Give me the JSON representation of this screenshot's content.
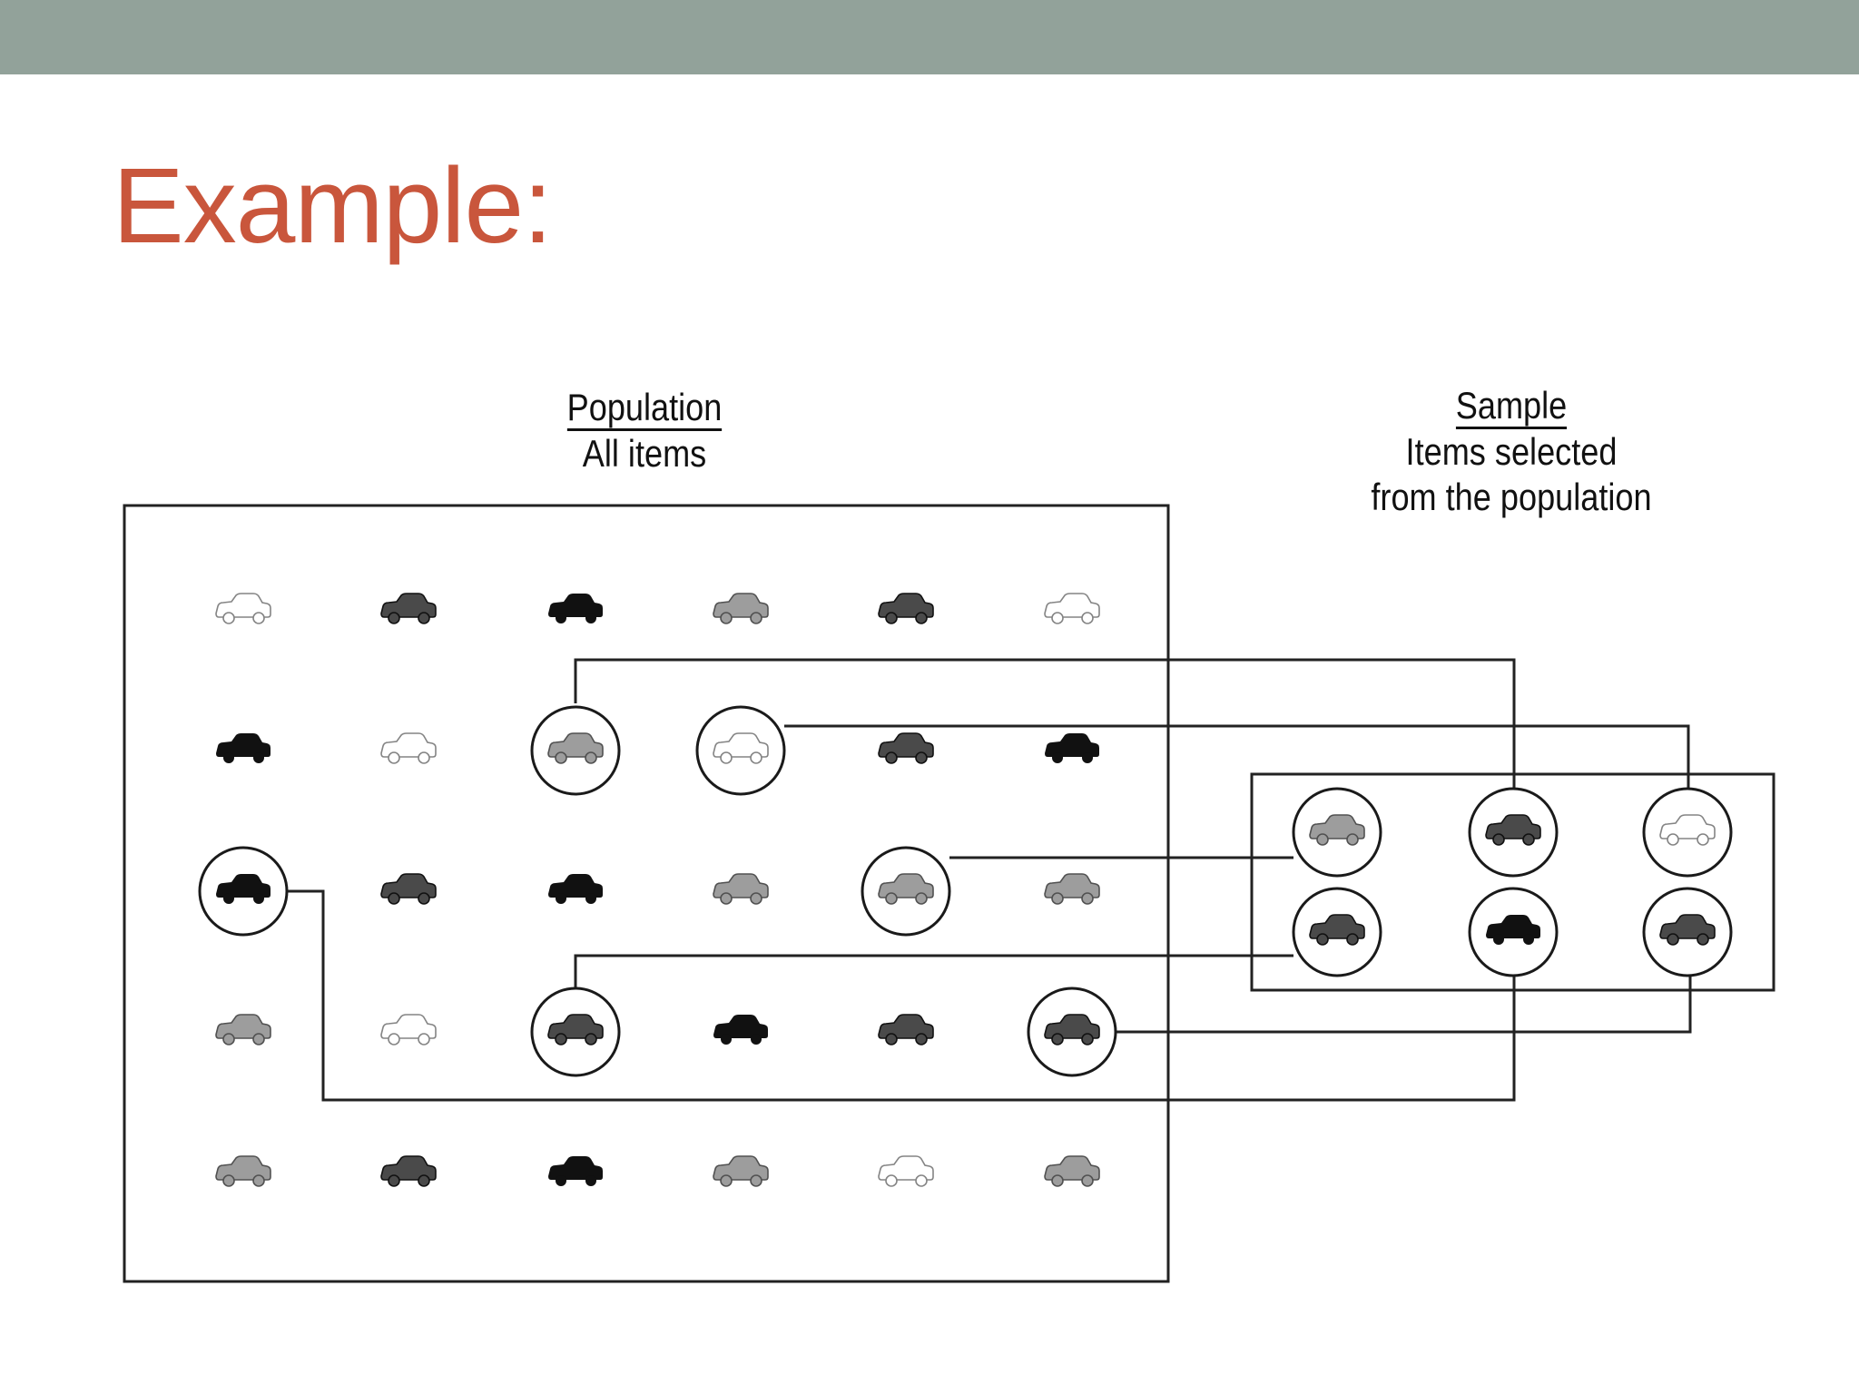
{
  "slide": {
    "title": "Example:",
    "band_color": "#92a29a",
    "title_color": "#c9563c"
  },
  "diagram": {
    "population_label": "Population",
    "population_sublabel": "All items",
    "sample_label": "Sample",
    "sample_sublabel_line1": "Items selected",
    "sample_sublabel_line2": "from the population",
    "item_icon": "car-icon",
    "population_grid": [
      [
        "outline",
        "gray",
        "black",
        "light",
        "gray",
        "outline"
      ],
      [
        "black",
        "outline",
        "light",
        "outline",
        "gray",
        "black"
      ],
      [
        "black",
        "gray",
        "black",
        "light",
        "light",
        "light"
      ],
      [
        "light",
        "outline",
        "gray",
        "black",
        "gray",
        "gray"
      ],
      [
        "light",
        "gray",
        "black",
        "light",
        "outline",
        "light"
      ]
    ],
    "selected_items": [
      {
        "row": 1,
        "col": 2,
        "sample_row": 0,
        "sample_col": 1
      },
      {
        "row": 1,
        "col": 3,
        "sample_row": 0,
        "sample_col": 2
      },
      {
        "row": 2,
        "col": 0,
        "sample_row": 1,
        "sample_col": 1
      },
      {
        "row": 2,
        "col": 4,
        "sample_row": 0,
        "sample_col": 0
      },
      {
        "row": 3,
        "col": 2,
        "sample_row": 1,
        "sample_col": 0
      },
      {
        "row": 3,
        "col": 5,
        "sample_row": 1,
        "sample_col": 2
      }
    ],
    "sample_grid": [
      [
        "light",
        "gray",
        "outline"
      ],
      [
        "gray",
        "black",
        "gray"
      ]
    ]
  }
}
